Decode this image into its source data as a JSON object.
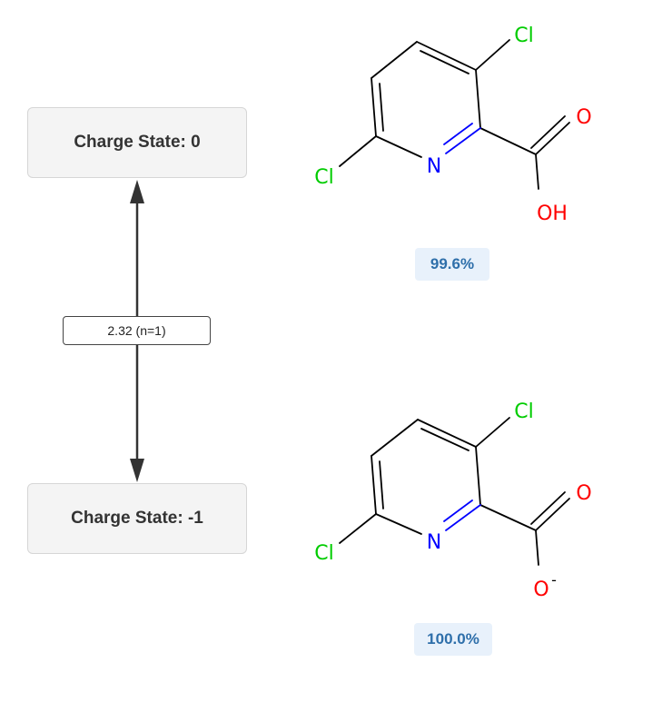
{
  "states": {
    "top": {
      "label": "Charge State: 0"
    },
    "bottom": {
      "label": "Charge State: -1"
    }
  },
  "transition": {
    "label": "2.32 (n=1)"
  },
  "molecules": {
    "top": {
      "population": "99.6%",
      "atoms": {
        "cl_ring": "Cl",
        "cl_side": "Cl",
        "n": "N",
        "o_double": "O",
        "o_single": "OH"
      }
    },
    "bottom": {
      "population": "100.0%",
      "atoms": {
        "cl_ring": "Cl",
        "cl_side": "Cl",
        "n": "N",
        "o_double": "O",
        "o_single": "O",
        "charge": "-"
      }
    }
  },
  "colors": {
    "chlorine": "#00cc00",
    "nitrogen": "#0000ff",
    "oxygen": "#ff0000",
    "bond": "#000000",
    "badge_bg": "#e8f1fb",
    "badge_text": "#2e6faa"
  }
}
